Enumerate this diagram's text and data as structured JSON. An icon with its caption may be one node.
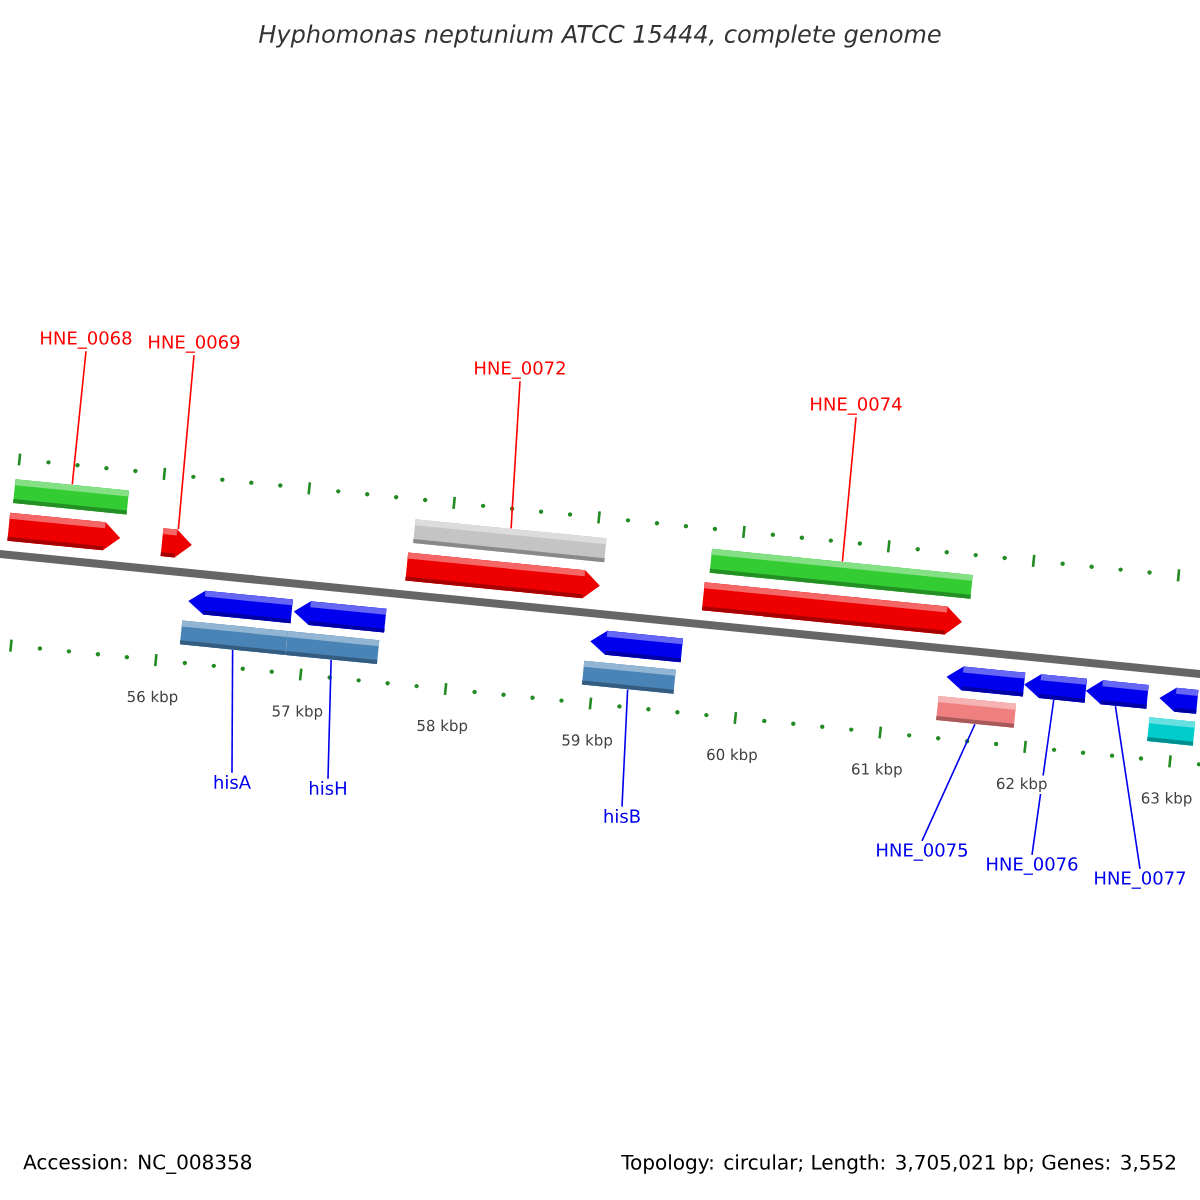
{
  "diagram": {
    "title": "Hyphomonas neptunium ATCC 15444, complete genome",
    "nodes": [
      {
        "text": [
          "HNE_0068"
        ]
      },
      {
        "text": [
          "HNE_0069"
        ]
      },
      {
        "text": [
          "HNE_0072"
        ]
      },
      {
        "text": [
          "HNE_0074"
        ]
      },
      {
        "text": [
          "hisA"
        ]
      },
      {
        "text": [
          "hisH"
        ]
      },
      {
        "text": [
          "hisB"
        ]
      },
      {
        "text": [
          "HNE_0075"
        ]
      },
      {
        "text": [
          "HNE_0076"
        ]
      },
      {
        "text": [
          "HNE_0077"
        ]
      },
      {
        "text": [],
        "shape": "arrow"
      },
      {
        "text": [],
        "shape": "bar"
      },
      {
        "text": [],
        "shape": "arrow"
      },
      {
        "text": [],
        "shape": "bar"
      },
      {
        "text": [],
        "shape": "arrow"
      },
      {
        "text": [],
        "shape": "bar"
      },
      {
        "text": [],
        "shape": "arrow"
      },
      {
        "text": [],
        "shape": "arrow"
      },
      {
        "text": [],
        "shape": "bar"
      },
      {
        "text": [],
        "shape": "bar"
      },
      {
        "text": [],
        "shape": "arrow"
      },
      {
        "text": [],
        "shape": "arrow"
      },
      {
        "text": [],
        "shape": "bar"
      },
      {
        "text": [],
        "shape": "bar"
      },
      {
        "text": [],
        "shape": "arrow"
      },
      {
        "text": [],
        "shape": "arrow"
      },
      {
        "text": [],
        "shape": "arrow"
      },
      {
        "text": [],
        "shape": "bar"
      },
      {
        "text": [],
        "shape": "arrow"
      }
    ],
    "edges": [
      {
        "from": 0,
        "to": 11,
        "arrow": "none",
        "color": "#ff0000"
      },
      {
        "from": 1,
        "to": 12,
        "arrow": "none",
        "color": "#ff0000"
      },
      {
        "from": 2,
        "to": 18,
        "arrow": "none",
        "color": "#ff0000"
      },
      {
        "from": 3,
        "to": 22,
        "arrow": "none",
        "color": "#ff0000"
      },
      {
        "from": 4,
        "to": 13,
        "arrow": "none"
      },
      {
        "from": 5,
        "to": 15,
        "arrow": "none"
      },
      {
        "from": 6,
        "to": 19,
        "arrow": "none"
      },
      {
        "from": 7,
        "to": 23,
        "arrow": "none"
      },
      {
        "from": 8,
        "to": 25,
        "arrow": "none"
      },
      {
        "from": 9,
        "to": 26,
        "arrow": "none"
      }
    ],
    "labels": [
      "56 kbp",
      "57 kbp",
      "58 kbp",
      "59 kbp",
      "60 kbp",
      "61 kbp",
      "62 kbp",
      "63 kbp",
      "Accession: NC_008358",
      "Topology: circular; Length: 3,705,021 bp; Genes: 3,552"
    ]
  }
}
